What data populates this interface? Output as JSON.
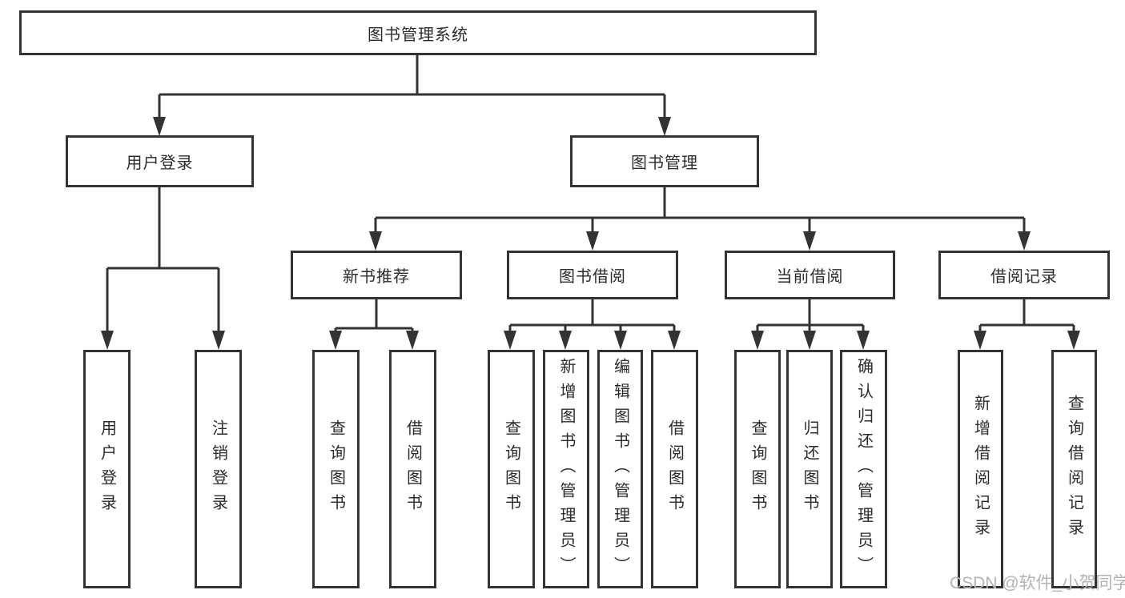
{
  "nodes": {
    "root": "图书管理系统",
    "level2": [
      "用户登录",
      "图书管理"
    ],
    "level3": [
      "新书推荐",
      "图书借阅",
      "当前借阅",
      "借阅记录"
    ],
    "leaves_user": [
      "用户登录",
      "注销登录"
    ],
    "leaves_recommend": [
      "查询图书",
      "借阅图书"
    ],
    "leaves_borrow": [
      "查询图书",
      "新增图书（管理员）",
      "编辑图书（管理员）",
      "借阅图书"
    ],
    "leaves_current": [
      "查询图书",
      "归还图书",
      "确认归还（管理员）"
    ],
    "leaves_records": [
      "新增借阅记录",
      "查询借阅记录"
    ]
  },
  "watermark": {
    "text": "CSDN @软件_小贺同学"
  },
  "colors": {
    "line": "#333333",
    "box_border": "#333333",
    "text": "#2b2b2b",
    "watermark": "#b3b3b3",
    "background": "#ffffff"
  }
}
